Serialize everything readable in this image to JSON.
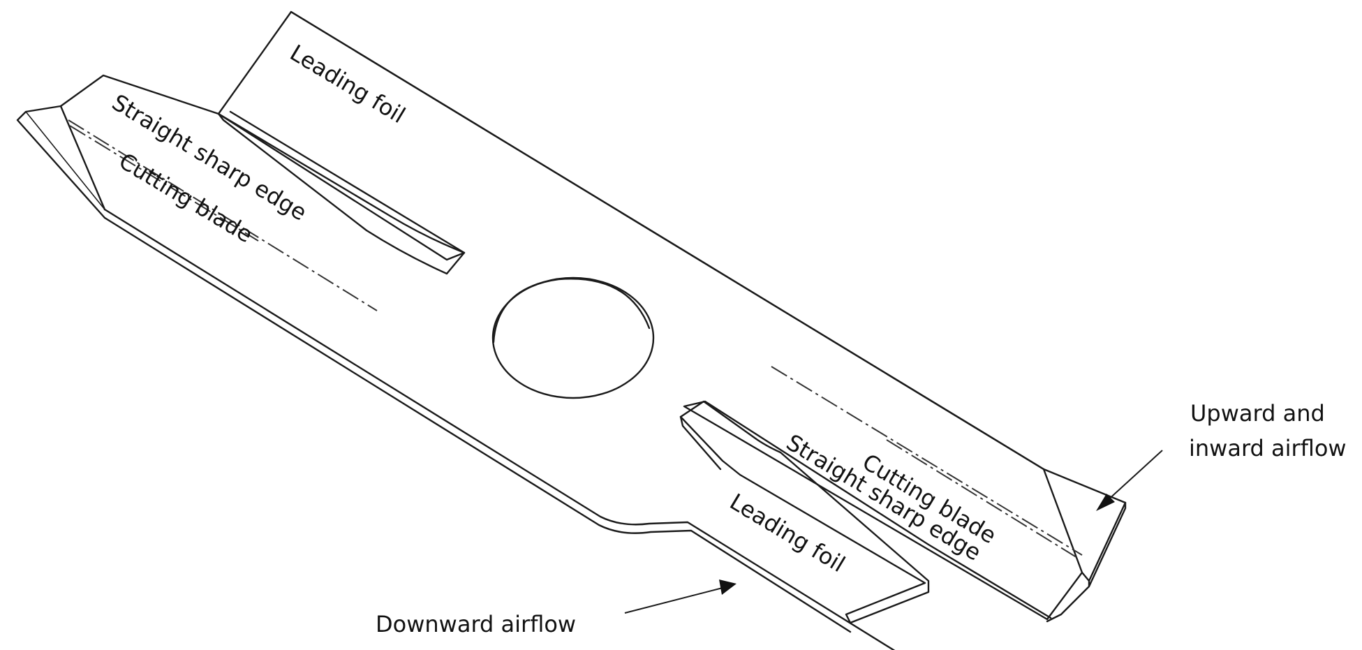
{
  "labels": {
    "leading_foil_top": "Leading foil",
    "straight_sharp_edge_left": "Straight sharp edge",
    "cutting_blade_left": "Cutting blade",
    "cutting_blade_right": "Cutting blade",
    "straight_sharp_edge_right": "Straight sharp edge",
    "leading_foil_bottom": "Leading foil",
    "upward_airflow_line1": "Upward and",
    "upward_airflow_line2": "inward airflow",
    "downward_airflow": "Downward airflow"
  },
  "colors": {
    "stroke": "#1a1a1a",
    "background": "#ffffff"
  }
}
